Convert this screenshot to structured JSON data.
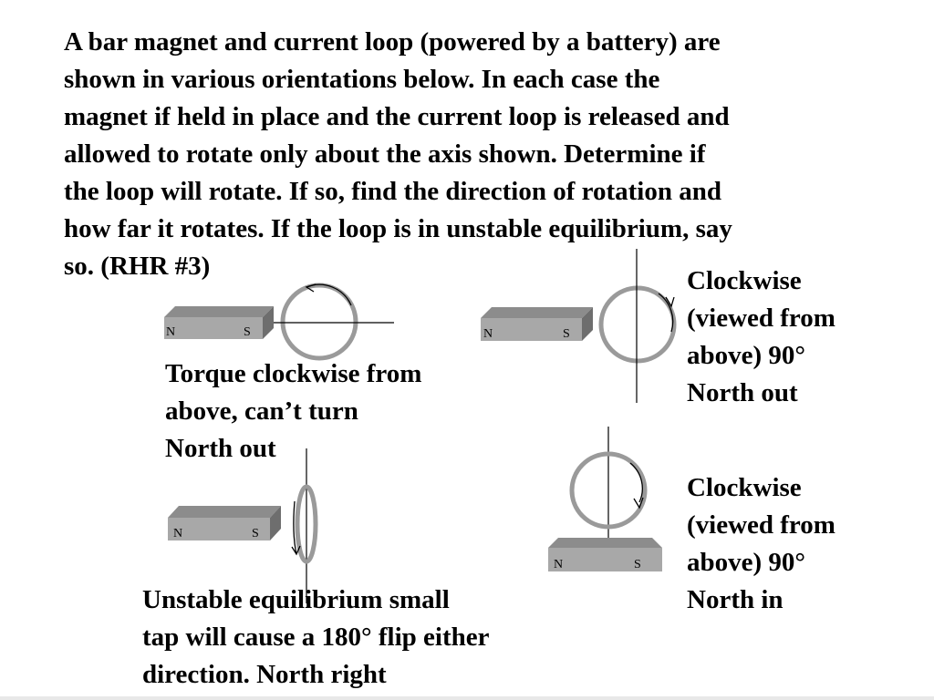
{
  "problem": {
    "lines": [
      "A bar magnet and current loop (powered by a battery) are",
      "shown in various orientations below.  In each case the",
      "magnet if held in place and the current loop is released and",
      "allowed to rotate only about the axis shown.  Determine if",
      "the loop will rotate.  If so, find the direction of rotation and",
      "how far it rotates.  If the loop is in unstable equilibrium, say",
      "so. (RHR #3)"
    ]
  },
  "cases": [
    {
      "magnet": {
        "north": "N",
        "south": "S"
      },
      "answer": [
        "Torque clockwise from",
        "above, can’t turn",
        "North out"
      ]
    },
    {
      "magnet": {
        "north": "N",
        "south": "S"
      },
      "answer": [
        "Clockwise",
        "(viewed from",
        "above) 90°",
        "North out"
      ]
    },
    {
      "magnet": {
        "north": "N",
        "south": "S"
      },
      "answer": [
        "Unstable equilibrium  small",
        "tap will cause a 180° flip either",
        "direction.  North right"
      ]
    },
    {
      "magnet": {
        "north": "N",
        "south": "S"
      },
      "answer": [
        "Clockwise",
        "(viewed from",
        "above) 90°",
        "North in"
      ]
    }
  ],
  "colors": {
    "magnet_top": "#8c8c8c",
    "magnet_front": "#a8a8a8",
    "magnet_side": "#6e6e6e",
    "loop": "#9a9a9a",
    "axis": "#000000"
  }
}
